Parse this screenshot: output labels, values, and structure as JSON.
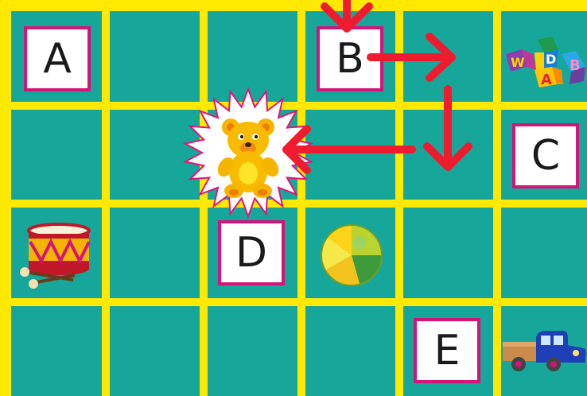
{
  "labels": {
    "a": "A",
    "b": "B",
    "c": "C",
    "d": "D",
    "e": "E"
  },
  "blocks_letters": {
    "w": "W",
    "d": "D",
    "a": "A",
    "b": "B"
  },
  "colors": {
    "grid_line": "#ffe900",
    "cell": "#17a79a",
    "label_border": "#d4147a",
    "arrow": "#ee1c2e",
    "outer_border": "#f7c97a"
  },
  "items": [
    {
      "name": "teddy-bear",
      "icon": "teddy-bear-icon"
    },
    {
      "name": "toy-blocks",
      "icon": "blocks-icon"
    },
    {
      "name": "drum",
      "icon": "drum-icon"
    },
    {
      "name": "beach-ball",
      "icon": "ball-icon"
    },
    {
      "name": "toy-truck",
      "icon": "truck-icon"
    }
  ]
}
